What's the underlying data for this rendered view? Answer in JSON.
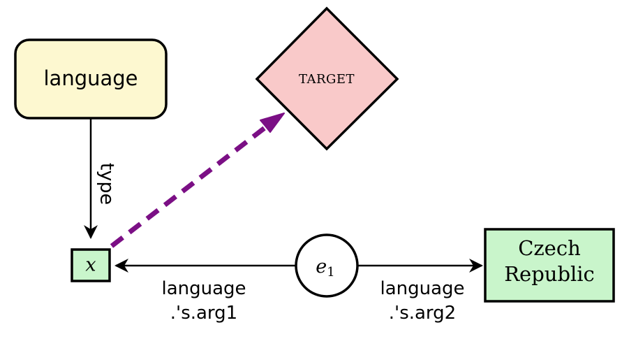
{
  "nodes": {
    "type_node": {
      "label": "language",
      "fill": "#fdf8d0"
    },
    "target": {
      "label": "TARGET",
      "fill": "#f9c9c9"
    },
    "variable_x": {
      "label": "x",
      "fill": "#c9f5cb"
    },
    "event_e1": {
      "label": "e",
      "subscript": "1",
      "fill": "#ffffff"
    },
    "entity": {
      "line1": "Czech",
      "line2": "Republic",
      "fill": "#c9f5cb"
    }
  },
  "edges": {
    "type_edge": {
      "label": "type"
    },
    "arg1_edge": {
      "line1": "language",
      "line2": ".'s.arg1"
    },
    "arg2_edge": {
      "line1": "language",
      "line2": ".'s.arg2"
    },
    "target_edge": {
      "color": "#7b0f85",
      "style": "dashed"
    }
  }
}
